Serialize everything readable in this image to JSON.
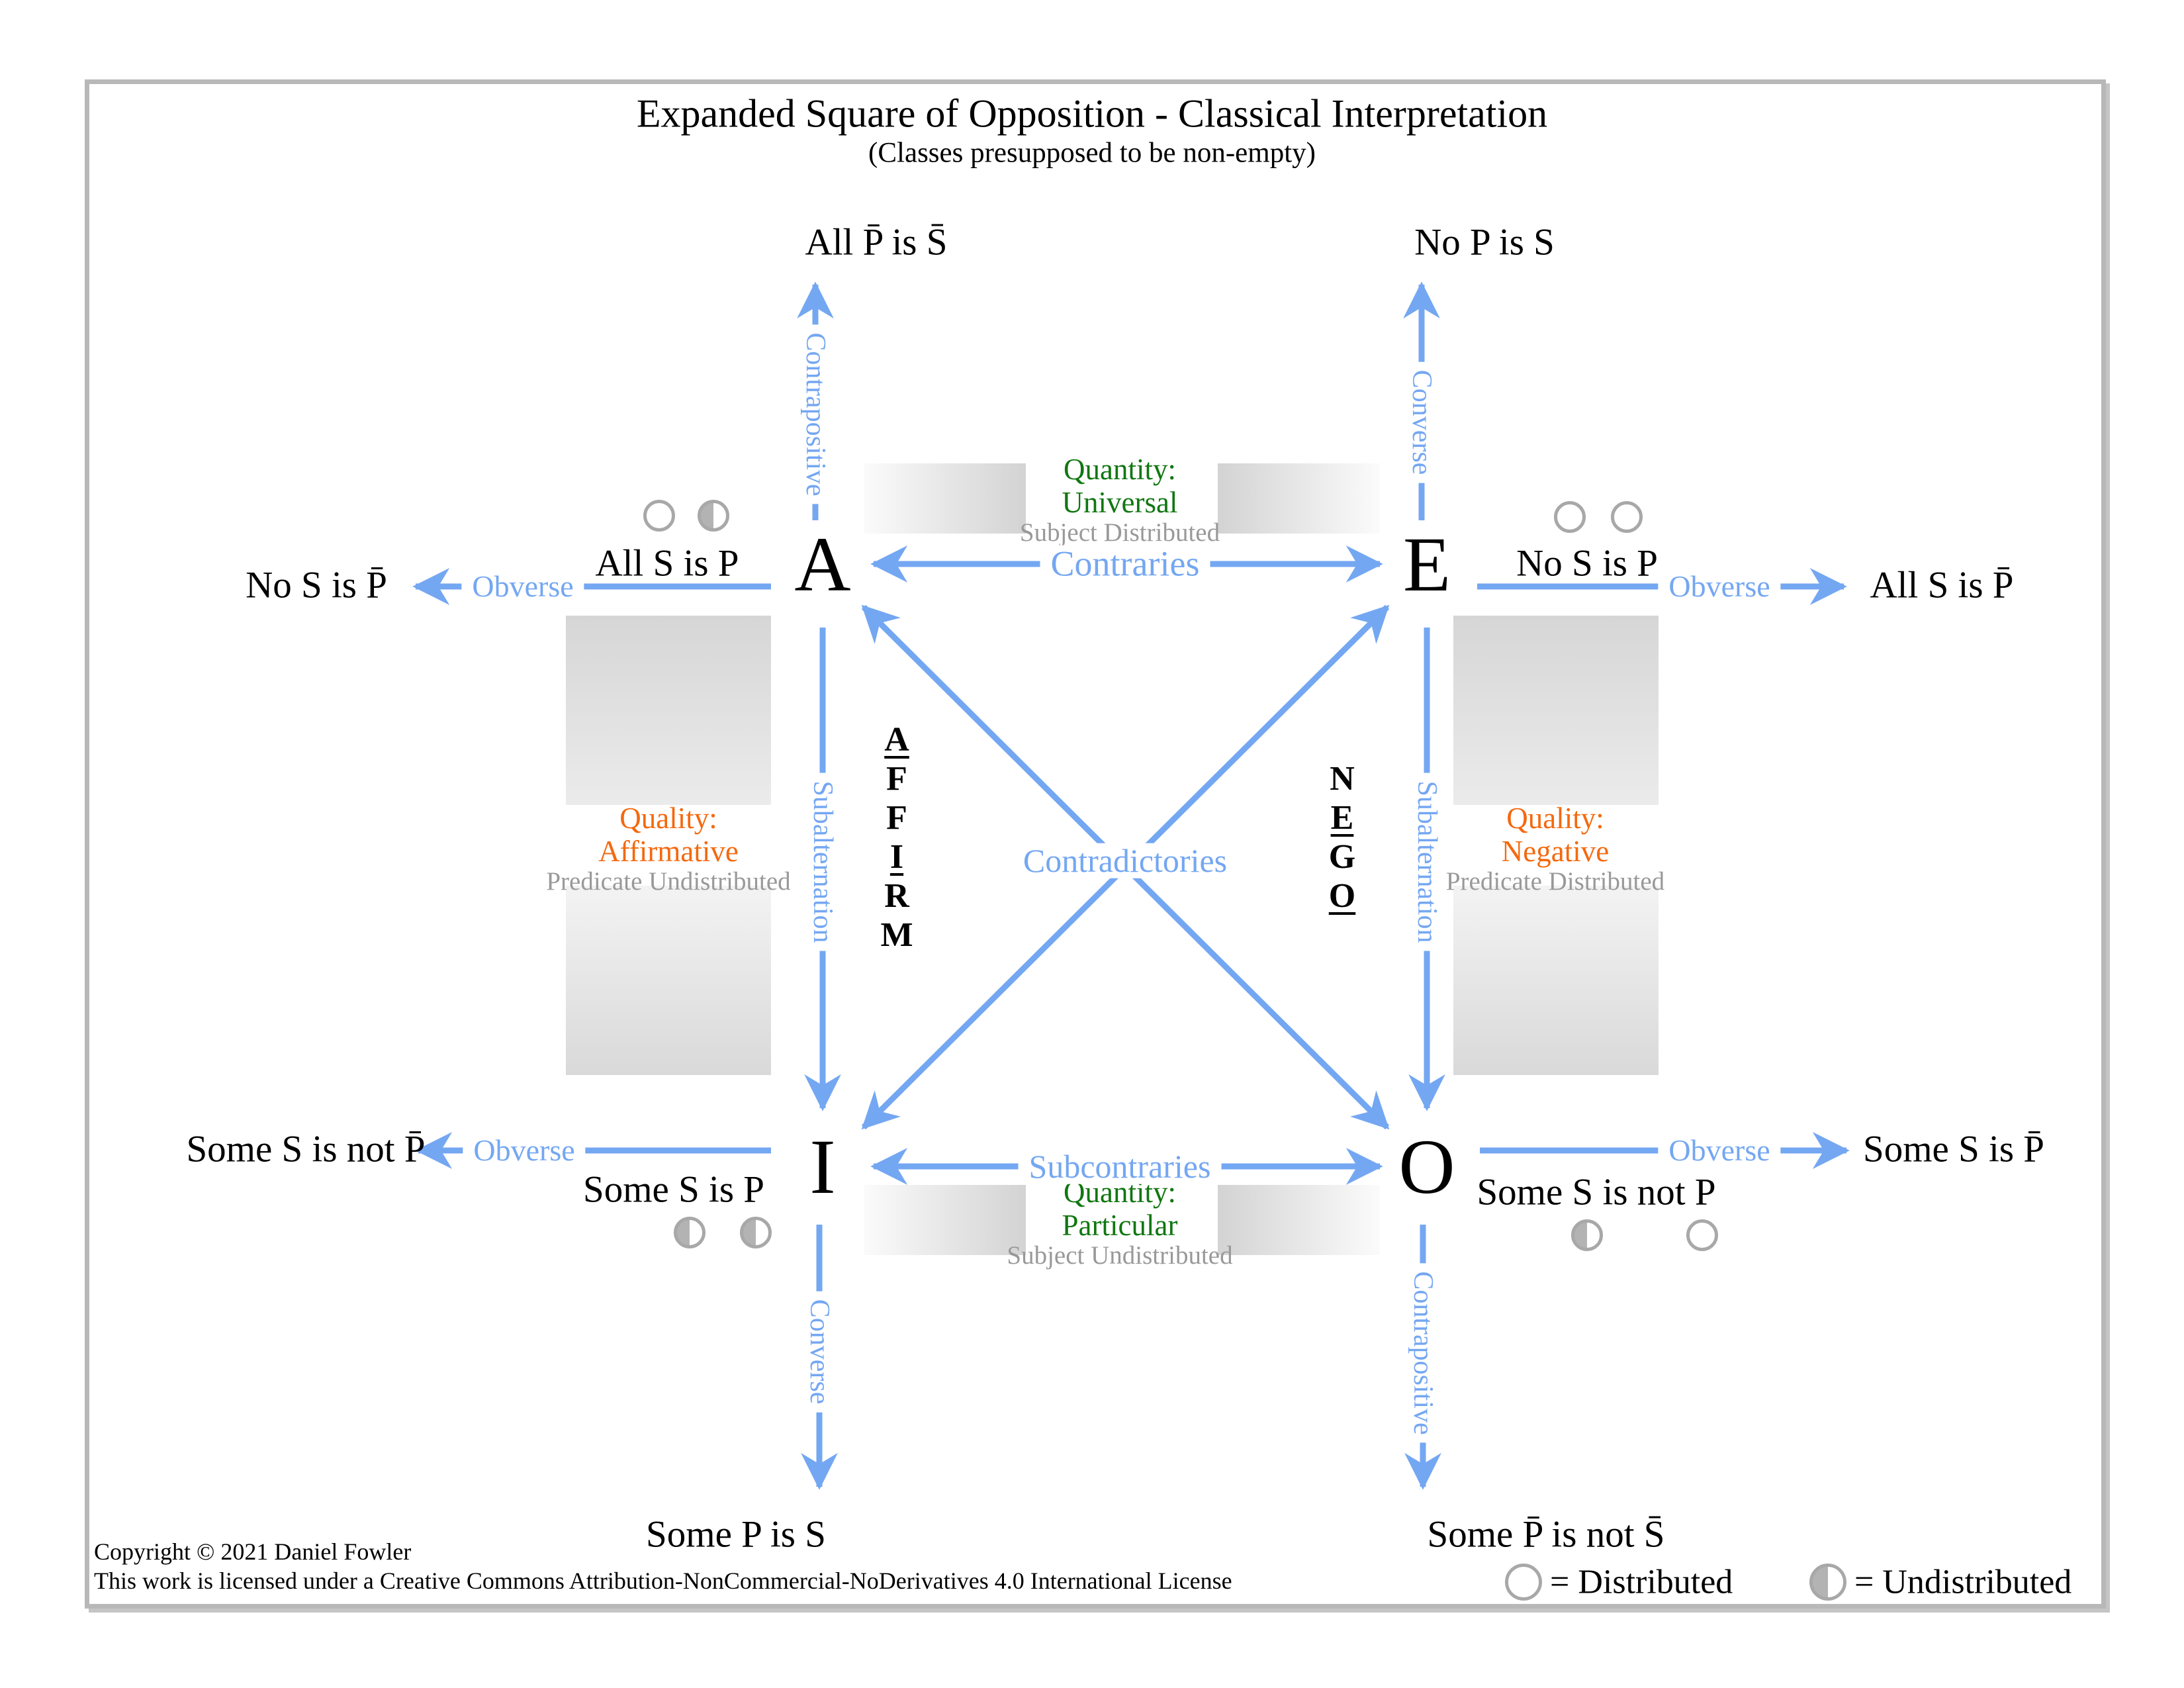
{
  "title": "Expanded Square of Opposition - Classical Interpretation",
  "subtitle": "(Classes presupposed to be non-empty)",
  "corners": {
    "a": {
      "letter": "A",
      "statement": "All S is P",
      "subject_distribution": "distributed",
      "predicate_distribution": "undistributed"
    },
    "e": {
      "letter": "E",
      "statement": "No S is P",
      "subject_distribution": "distributed",
      "predicate_distribution": "distributed"
    },
    "i": {
      "letter": "I",
      "statement": "Some S is P",
      "subject_distribution": "undistributed",
      "predicate_distribution": "undistributed"
    },
    "o": {
      "letter": "O",
      "statement": "Some S is not P",
      "subject_distribution": "undistributed",
      "predicate_distribution": "distributed"
    }
  },
  "relations": {
    "contraries": "Contraries",
    "subcontraries": "Subcontraries",
    "contradictories": "Contradictories",
    "subalternation": "Subalternation",
    "obverse": "Obverse",
    "converse": "Converse",
    "contrapositive": "Contrapositive"
  },
  "derived_statements": {
    "a_contrapositive": "All P̄ is S̄",
    "e_converse": "No P is S",
    "a_obverse": "No S is P̄",
    "e_obverse": "All S is P̄",
    "i_obverse": "Some S is not P̄",
    "o_obverse": "Some S is P̄",
    "i_converse": "Some P is S",
    "o_contrapositive": "Some P̄ is not S̄"
  },
  "quantity_quality": {
    "top": {
      "heading": "Quantity:",
      "value": "Universal",
      "note": "Subject Distributed"
    },
    "bottom": {
      "heading": "Quantity:",
      "value": "Particular",
      "note": "Subject Undistributed"
    },
    "left": {
      "heading": "Quality:",
      "value": "Affirmative",
      "note": "Predicate Undistributed"
    },
    "right": {
      "heading": "Quality:",
      "value": "Negative",
      "note": "Predicate Distributed"
    }
  },
  "mnemonics": {
    "affirm": [
      {
        "ch": "A",
        "underlined": true
      },
      {
        "ch": "F",
        "underlined": false
      },
      {
        "ch": "F",
        "underlined": false
      },
      {
        "ch": "I",
        "underlined": true
      },
      {
        "ch": "R",
        "underlined": false
      },
      {
        "ch": "M",
        "underlined": false
      }
    ],
    "nego": [
      {
        "ch": "N",
        "underlined": false
      },
      {
        "ch": "E",
        "underlined": true
      },
      {
        "ch": "G",
        "underlined": false
      },
      {
        "ch": "O",
        "underlined": true
      }
    ]
  },
  "legend": {
    "distributed": "= Distributed",
    "undistributed": "= Undistributed"
  },
  "footer": {
    "line1": "Copyright © 2021 Daniel Fowler",
    "line2": "This work is licensed under a Creative Commons Attribution-NonCommercial-NoDerivatives 4.0 International License"
  },
  "colors": {
    "arrow_blue": "#74a7f2",
    "quantity_green": "#117711",
    "quality_orange": "#f4690f",
    "note_gray": "#999999"
  }
}
